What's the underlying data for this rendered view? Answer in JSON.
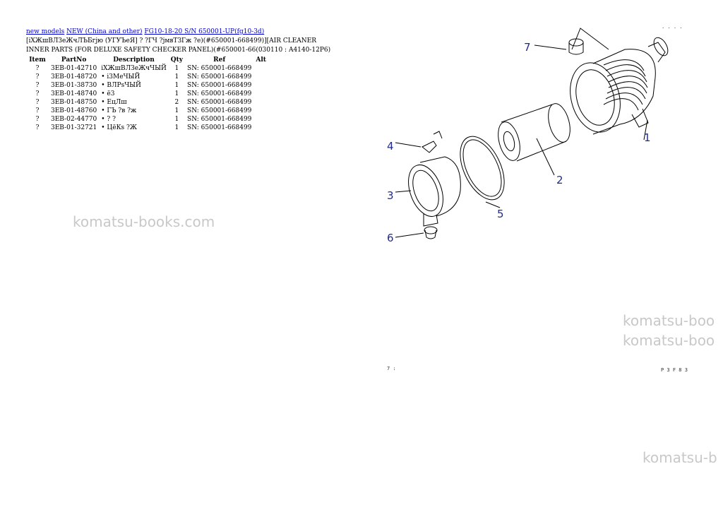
{
  "breadcrumb": [
    {
      "label": "new models"
    },
    {
      "label": "NEW (China and other)"
    },
    {
      "label": "FG10-18-20 S/N 650001-UP(fg10-3d)"
    }
  ],
  "title": "[іХЖшВЛЗеЖчЛЪБгјю (УГУЪеЯ] ? ?ГЧ ?јмвТЗГж ?е)(#650001-668499)][AIR CLEANER INNER PARTS (FOR DELUXE SAFETY CHECKER PANEL)(#650001-66(030110 : A4140-12P6)",
  "table": {
    "headers": [
      "Item",
      "PartNo",
      "Description",
      "Qty",
      "Ref",
      "Alt"
    ],
    "rows": [
      {
        "item": "?",
        "part_no": "3EB-01-42710",
        "description": "іХЖшВЛЗеЖчЧЫЙ",
        "qty": "1",
        "ref": "SN: 650001-668499",
        "alt": ""
      },
      {
        "item": "?",
        "part_no": "3EB-01-48720",
        "description": "• і3МеЧЫЙ",
        "qty": "1",
        "ref": "SN: 650001-668499",
        "alt": ""
      },
      {
        "item": "?",
        "part_no": "3EB-01-38730",
        "description": "• ВЛРѕЧЫЙ",
        "qty": "1",
        "ref": "SN: 650001-668499",
        "alt": ""
      },
      {
        "item": "?",
        "part_no": "3EB-01-48740",
        "description": "• ё3",
        "qty": "1",
        "ref": "SN: 650001-668499",
        "alt": ""
      },
      {
        "item": "?",
        "part_no": "3EB-01-48750",
        "description": "• ЕцЛш",
        "qty": "2",
        "ref": "SN: 650001-668499",
        "alt": ""
      },
      {
        "item": "?",
        "part_no": "3EB-01-48760",
        "description": "• ГЪ ?в ?ж",
        "qty": "1",
        "ref": "SN: 650001-668499",
        "alt": ""
      },
      {
        "item": "?",
        "part_no": "3EB-02-44770",
        "description": "• ? ?",
        "qty": "1",
        "ref": "SN: 650001-668499",
        "alt": ""
      },
      {
        "item": "?",
        "part_no": "3EB-01-32721",
        "description": "• ЦёКs ?Ж",
        "qty": "1",
        "ref": "SN: 650001-668499",
        "alt": ""
      }
    ]
  },
  "watermarks": [
    "komatsu-books.com",
    "komatsu-boo",
    "komatsu-boo",
    "komatsu-b"
  ],
  "diagram": {
    "callouts": [
      "1",
      "2",
      "3",
      "4",
      "5",
      "6",
      "7"
    ],
    "corner_marks": {
      "top_right": ". . . .",
      "bottom_left": "7 :",
      "bottom_right": "P 3 F 8 3"
    }
  },
  "colors": {
    "link": "#0000cc",
    "callout": "#1f2b8c",
    "watermark": "#c8c8c8"
  }
}
